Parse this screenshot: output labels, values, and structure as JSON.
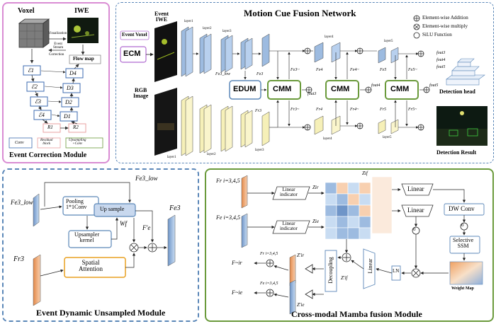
{
  "ecm_panel": {
    "voxel_label": "Voxel",
    "iwe_label": "IWE",
    "visualization_label": "Visualization",
    "event_stream_label": "Event\nStream",
    "correction_label": "Correction",
    "flow_map_label": "Flow map",
    "encoders": [
      "ℰ1",
      "ℰ2",
      "ℰ3",
      "ℰ4"
    ],
    "decoders": [
      "D4",
      "D3",
      "D2",
      "D1"
    ],
    "residuals": [
      "R1",
      "R2"
    ],
    "legend": [
      "Conv",
      "Residual\nblock",
      "Upsampling\n+Conv"
    ],
    "title": "Event Correction Module"
  },
  "mcfn_panel": {
    "title": "Motion Cue Fusion Network",
    "event_voxel_label": "Event Voxel",
    "ecm_label": "ECM",
    "event_iwe_label": "Event\nIWE",
    "rgb_image_label": "RGB\nImage",
    "layers_top": [
      "layer1",
      "layer2",
      "layer3",
      "layer4",
      "layer5"
    ],
    "layers_bottom": [
      "layer1",
      "layer2",
      "layer3",
      "layer4",
      "layer5"
    ],
    "edum_label": "EDUM",
    "cmm_labels": [
      "CMM",
      "CMM",
      "CMM"
    ],
    "feature_labels": [
      "Fe3_low",
      "Fe3",
      "Fr3",
      "Fe3~",
      "Fr3~",
      "fout3",
      "Fe4",
      "Fe4~",
      "Fr4",
      "Fr4~",
      "fout4",
      "Fe5",
      "Fe5~",
      "Fr5",
      "Fr5~",
      "fout5"
    ],
    "legend": [
      "Element-wise Addition",
      "Element-wise multiply",
      "SiLU Function"
    ],
    "fout_labels": [
      "fout3",
      "fout4",
      "fout5"
    ],
    "detection_head_label": "Detection head",
    "detection_result_label": "Detection Result"
  },
  "edum_panel": {
    "fe_low_label": "Fe3_low",
    "fe_low_top_label": "Fe3_low",
    "pooling_label": "Pooling\n1*1Conv",
    "upsample_label": "Up sample",
    "wf_label": "Wf",
    "upsampler_kernel_label": "Upsampler\nkernel",
    "fe_prime_label": "F'e",
    "fe3_label": "Fe3",
    "fr3_label": "Fr3",
    "spatial_attention_label": "Spatial\nAttention",
    "title": "Event Dynamic Unsampled Module"
  },
  "cmm_panel": {
    "fr_in_label": "Fr i=3,4,5",
    "fe_in_label": "Fe i=3,4,5",
    "linear_indicator_labels": [
      "Linear\nindicator",
      "Linear\nindicator"
    ],
    "zr_label": "Zir",
    "ze_label": "Zie",
    "zf_label": "Zif",
    "linear_labels": [
      "Linear",
      "Linear"
    ],
    "dw_conv_label": "DW Conv",
    "sigma": "σ",
    "selective_ssm_label": "Selective\nSSM",
    "weight_map_label": "Weight Map",
    "ln_label": "LN",
    "linear_vertical_label": "Linear",
    "decoupling_label": "Decoupling",
    "zf_prime_label": "Z'if",
    "zr_prime_label": "Z'ir",
    "ze_prime_label": "Z'ie",
    "fr_out_label": "F~ir",
    "fe_out_label": "F~ie",
    "fr_small_label": "Fr i=3,4,5",
    "fe_small_label": "Fe i=3,4,5",
    "title": "Cross-modal Mamba fusion Module"
  },
  "colors": {
    "ecm_border": "#d98cd3",
    "mcfn_border": "#5b87b8",
    "edum_border": "#5b87b8",
    "cmm_border": "#6a9a3b",
    "module_box": "#5b87b8",
    "cmm_box": "#6a9a3b",
    "blue_layer": "#9dbbe0",
    "yellow_layer": "#f6f0b8",
    "orange_layer": "#f0b080"
  }
}
